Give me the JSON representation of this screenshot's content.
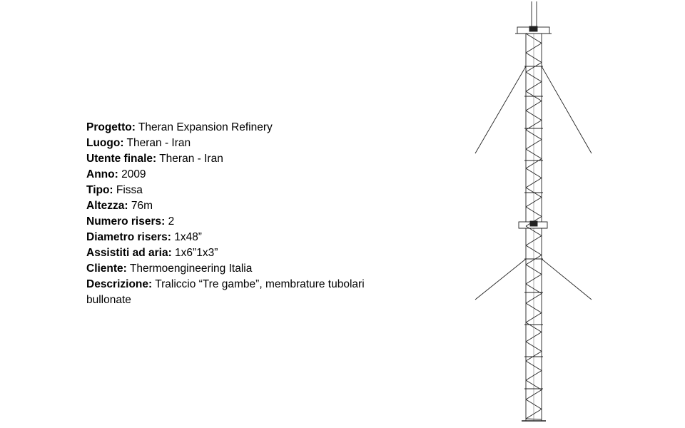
{
  "specs": [
    {
      "label": "Progetto:",
      "value": " Theran Expansion Refinery"
    },
    {
      "label": "Luogo:",
      "value": " Theran - Iran"
    },
    {
      "label": "Utente finale:",
      "value": " Theran - Iran"
    },
    {
      "label": "Anno:",
      "value": " 2009"
    },
    {
      "label": "Tipo:",
      "value": " Fissa"
    },
    {
      "label": "Altezza:",
      "value": " 76m"
    },
    {
      "label": "Numero risers:",
      "value": " 2"
    },
    {
      "label": "Diametro risers:",
      "value": " 1x48”"
    },
    {
      "label": "Assistiti ad aria:",
      "value": " 1x6”1x3”"
    },
    {
      "label": "Cliente:",
      "value": " Thermoengineering   Italia"
    },
    {
      "label": "Descrizione:",
      "value": " Traliccio “Tre gambe”,  membrature  tubolari bullonate"
    }
  ]
}
